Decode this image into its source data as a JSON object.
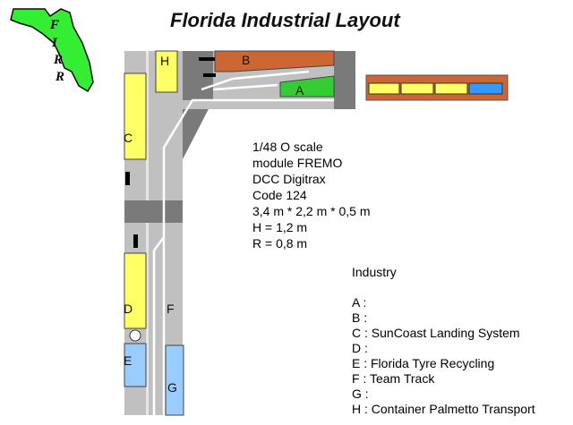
{
  "title": "Florida Industrial Layout",
  "logo": {
    "letters": [
      "F",
      "I",
      "R",
      "R"
    ],
    "icon": "florida-map-logo"
  },
  "specs": [
    "1/48 O scale",
    "module FREMO",
    "DCC Digitrax",
    "Code 124",
    "3,4 m * 2,2 m * 0,5 m",
    "H = 1,2 m",
    "R = 0,8 m"
  ],
  "industry": {
    "heading": "Industry",
    "items": [
      "A :",
      "B :",
      "C : SunCoast Landing System",
      "D :",
      "E : Florida Tyre Recycling",
      "F : Team Track",
      "G :",
      "H : Container Palmetto Transport"
    ]
  },
  "layout_labels": {
    "A": "A",
    "B": "B",
    "C": "C",
    "D": "D",
    "E": "E",
    "F": "F",
    "G": "G",
    "H": "H"
  },
  "colors": {
    "module": "#c0c0c0",
    "module_dark": "#7a7a7a",
    "track": "#ffffff",
    "yellow": "#ffff66",
    "green": "#33cc33",
    "brown": "#cc6633",
    "blue": "#99ccff",
    "car_blue": "#3399ff",
    "florida_green": "#33ee33"
  }
}
